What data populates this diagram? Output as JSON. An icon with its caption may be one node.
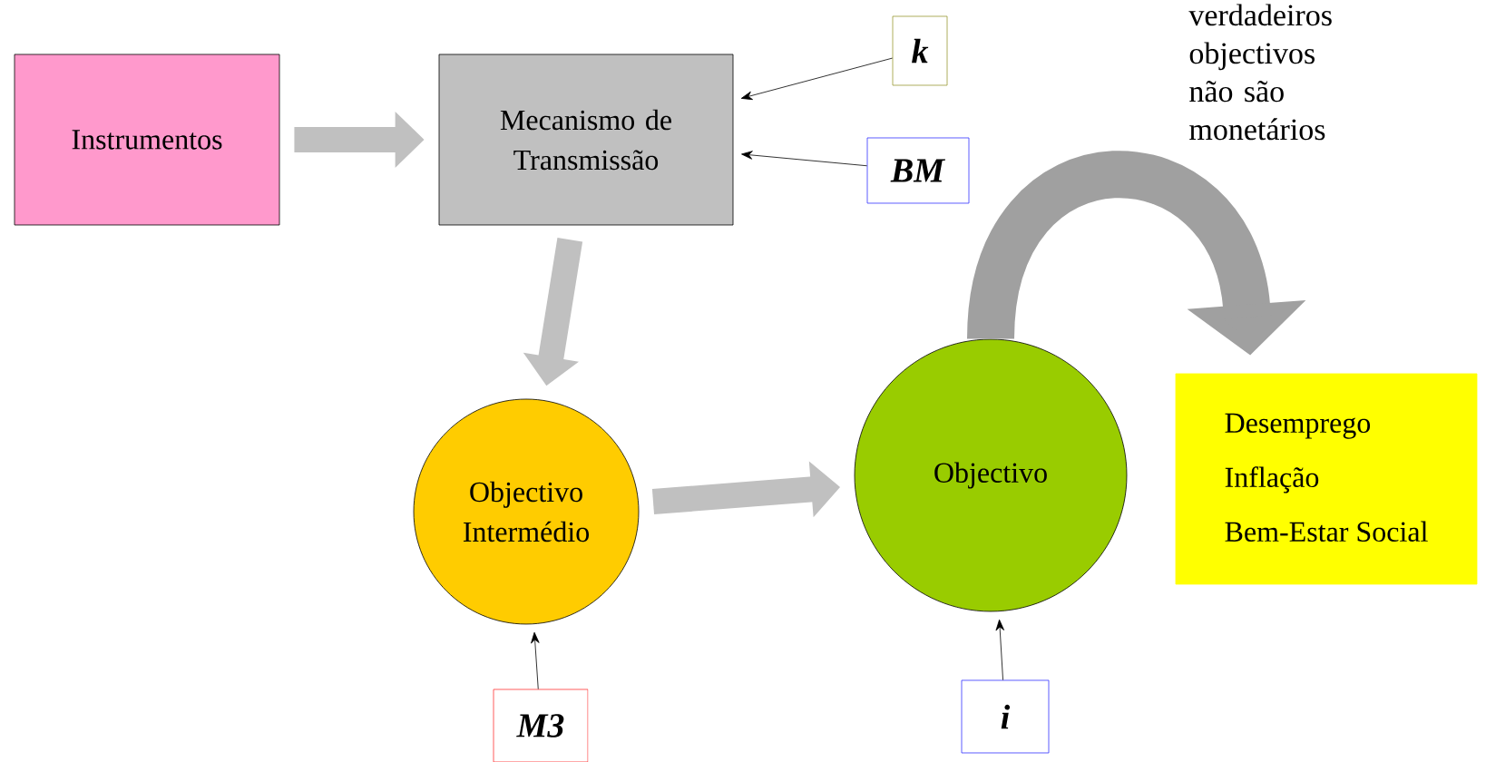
{
  "diagram": {
    "nodes": [
      {
        "text": [
          "Instrumentos"
        ]
      },
      {
        "text": [
          "Mecanismo de Transmissão"
        ]
      },
      {
        "text": [
          "*k*"
        ]
      },
      {
        "text": [
          "*BM*"
        ]
      },
      {
        "text": [
          "Objectivo Intermédio"
        ]
      },
      {
        "text": [
          "Objectivo"
        ]
      },
      {
        "text": [
          "Desemprego",
          "Inflação",
          "Bem-Estar Social"
        ]
      },
      {
        "text": [
          "*M3*"
        ]
      },
      {
        "text": [
          "*i*"
        ]
      }
    ],
    "edges": [
      {
        "from": 0,
        "to": 1,
        "arrow": "to",
        "style": "thick",
        "color": "#c0c0c0"
      },
      {
        "from": 1,
        "to": 4,
        "arrow": "to",
        "style": "thick",
        "color": "#c0c0c0"
      },
      {
        "from": 4,
        "to": 5,
        "arrow": "to",
        "style": "thick",
        "color": "#c0c0c0"
      },
      {
        "from": 5,
        "to": 6,
        "arrow": "to",
        "style": "thick",
        "color": "#a0a0a0"
      },
      {
        "from": 2,
        "to": 1,
        "arrow": "to"
      },
      {
        "from": 3,
        "to": 1,
        "arrow": "to"
      },
      {
        "from": 7,
        "to": 4,
        "arrow": "to"
      },
      {
        "from": 8,
        "to": 5,
        "arrow": "to"
      }
    ],
    "labels": [
      "verdadeiros objectivos não são monetários"
    ]
  }
}
